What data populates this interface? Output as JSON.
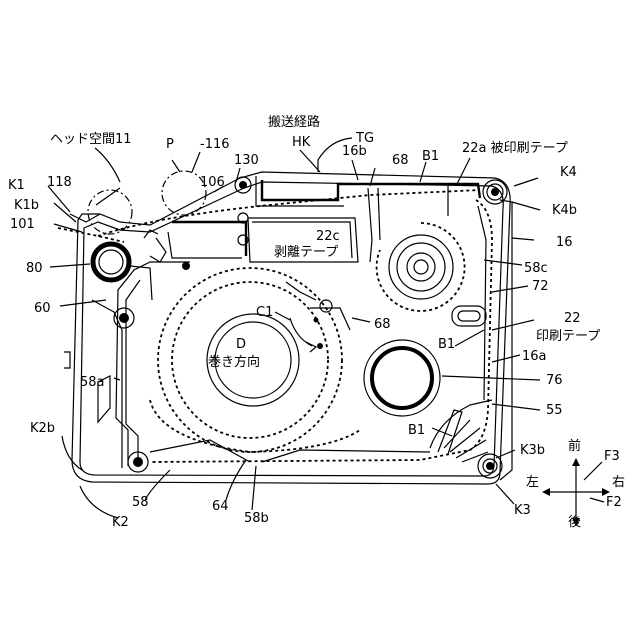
{
  "labels": {
    "head_space": "ヘッド空間11",
    "P": "P",
    "n116": "-116",
    "transport_path": "搬送経路",
    "HK": "HK",
    "TG": "TG",
    "n16b": "16b",
    "n68_top": "68",
    "B1_top": "B1",
    "n22a": "22a 被印刷テープ",
    "K4": "K4",
    "K1": "K1",
    "n118": "118",
    "n130": "130",
    "n106": "106",
    "K1b": "K1b",
    "K4b": "K4b",
    "n101": "101",
    "n22c": "22c",
    "release_tape": "剥離テープ",
    "n16": "16",
    "n80": "80",
    "n58c": "58c",
    "n72": "72",
    "n60": "60",
    "C1": "C1",
    "n68_mid": "68",
    "n22": "22",
    "print_tape": "印刷テープ",
    "D": "D",
    "winding_direction": "巻き方向",
    "B1_mid": "B1",
    "n16a": "16a",
    "n58a": "58a",
    "n76": "76",
    "n55": "55",
    "K2b": "K2b",
    "B1_low": "B1",
    "K3b": "K3b",
    "front": "前",
    "F3": "F3",
    "left": "左",
    "right": "右",
    "F2": "F2",
    "n58": "58",
    "n64": "64",
    "n58b": "58b",
    "K3": "K3",
    "back": "後",
    "K2": "K2"
  }
}
